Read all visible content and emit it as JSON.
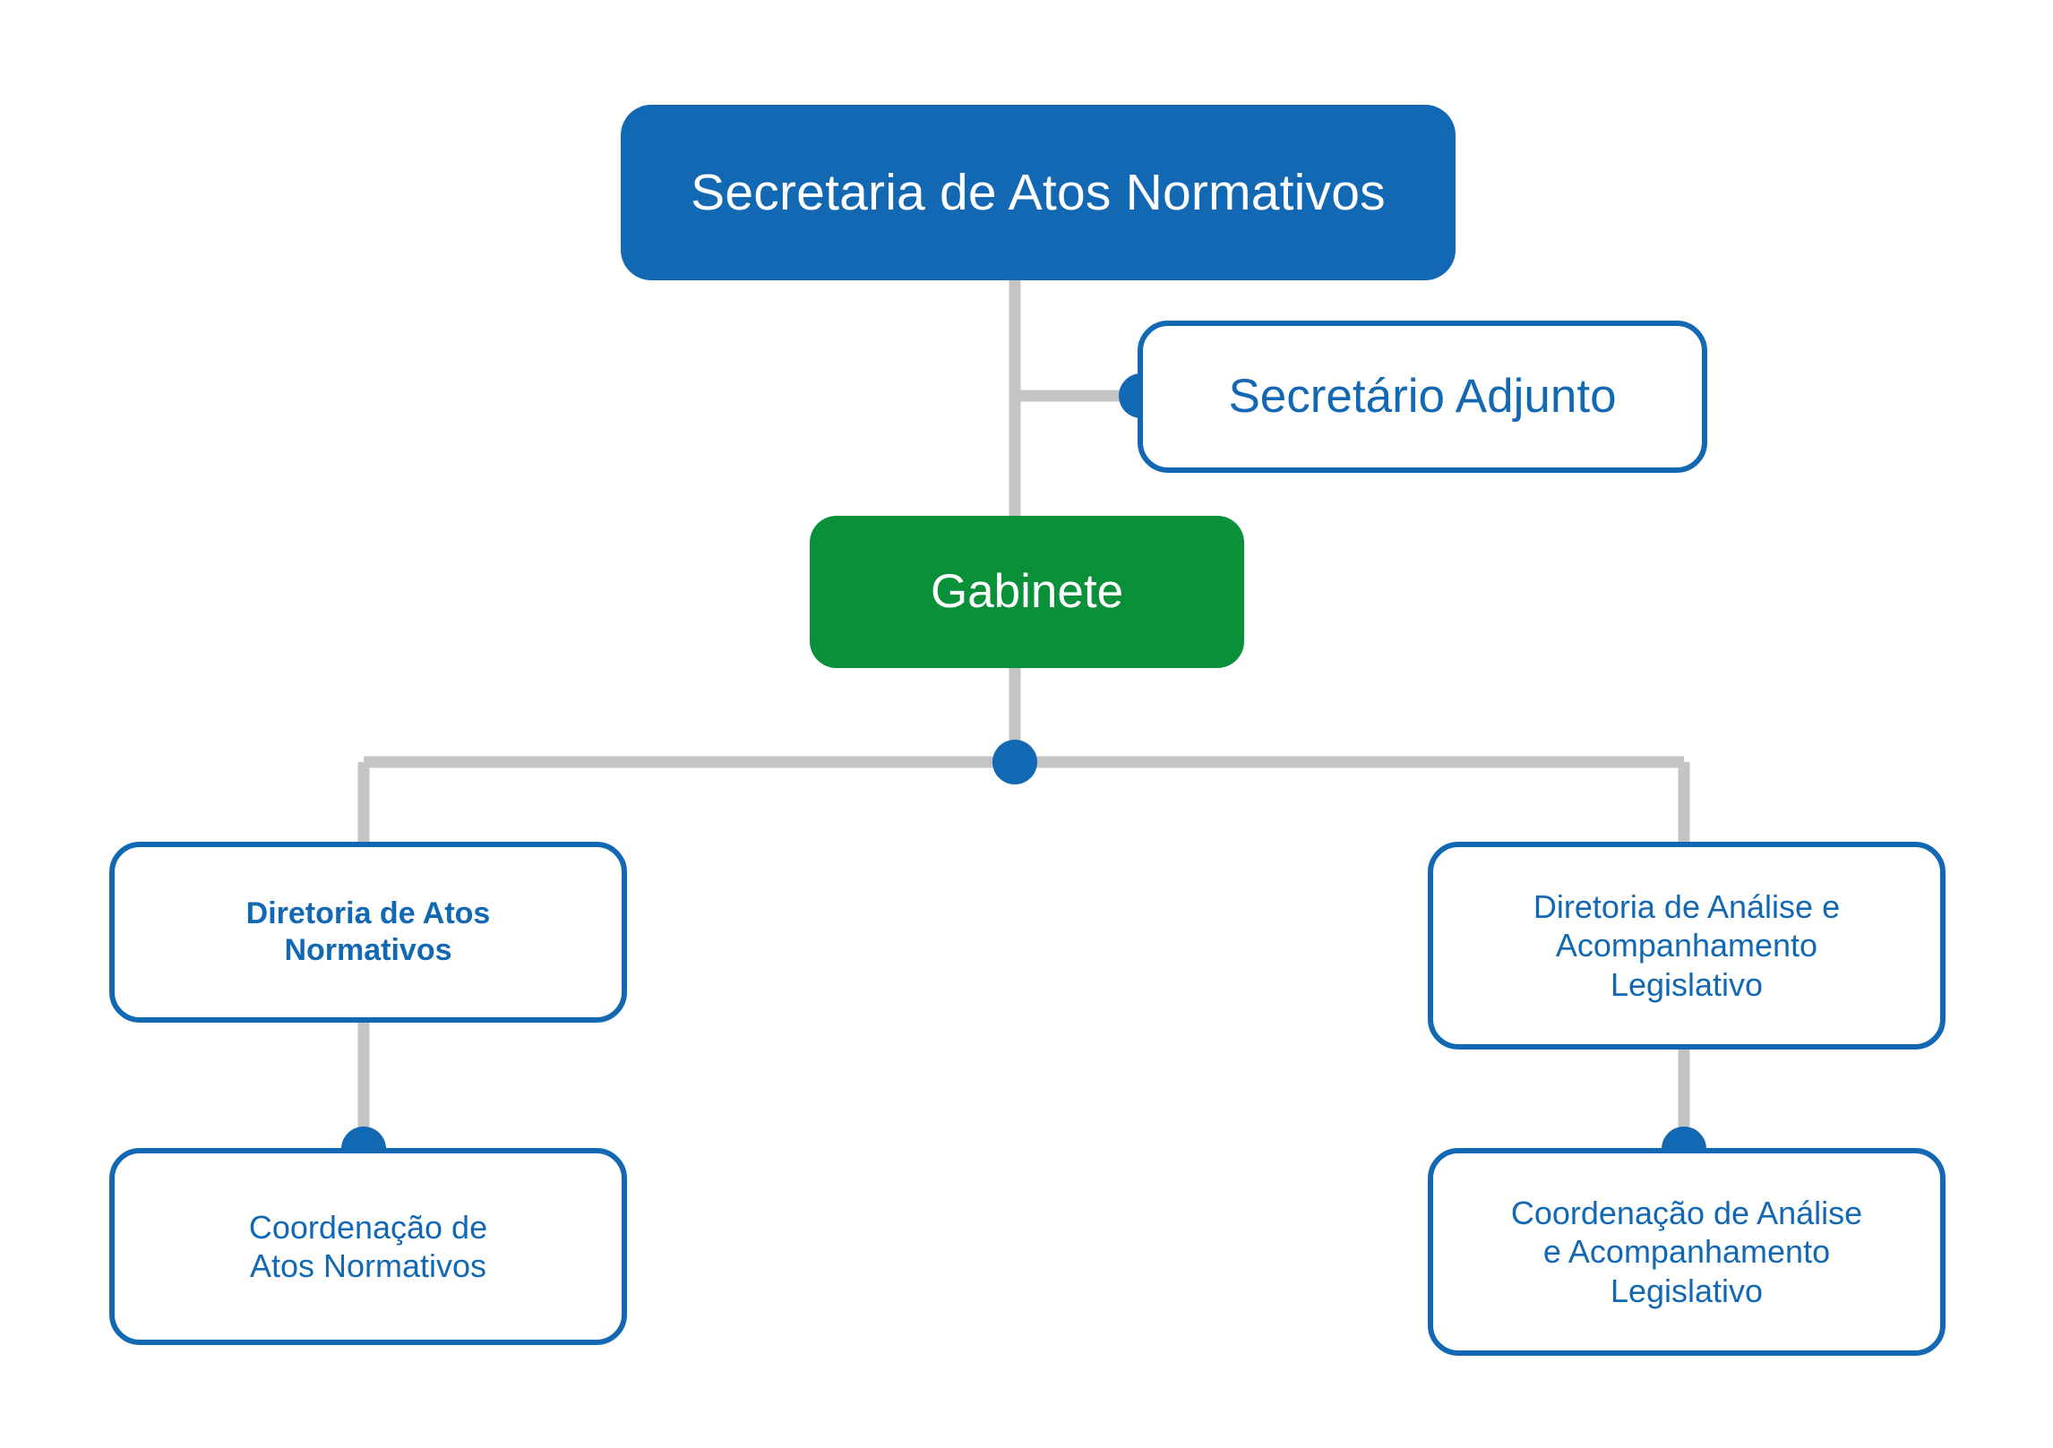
{
  "chart": {
    "type": "organizational-chart",
    "title": "Secretaria de Atos Normativos",
    "colors": {
      "primary_blue": "#1268b3",
      "green": "#0a9039",
      "connector_gray": "#c4c4c4",
      "white": "#ffffff"
    }
  },
  "nodes": {
    "root": {
      "label": "Secretaria de Atos Normativos",
      "level": 0,
      "style": "filled-blue"
    },
    "adjunct": {
      "label": "Secretário Adjunto",
      "level": 1,
      "style": "outlined-blue"
    },
    "cabinet": {
      "label": "Gabinete",
      "level": 1,
      "style": "filled-green"
    },
    "directorate_normative_acts": {
      "label": "Diretoria de Atos\nNormativos",
      "level": 2,
      "style": "outlined-blue"
    },
    "coordination_normative_acts": {
      "label": "Coordenação de\nAtos Normativos",
      "level": 3,
      "style": "outlined-blue"
    },
    "directorate_legislative_analysis": {
      "label": "Diretoria de Análise e\nAcompanhamento\nLegislativo",
      "level": 2,
      "style": "outlined-blue"
    },
    "coordination_legislative_analysis": {
      "label": "Coordenação de Análise\ne Acompanhamento\nLegislativo",
      "level": 3,
      "style": "outlined-blue"
    }
  },
  "connectors": [
    {
      "from": "root",
      "to": "adjunct",
      "junction_dot": true
    },
    {
      "from": "root",
      "to": "cabinet",
      "junction_dot": false
    },
    {
      "from": "cabinet",
      "to": "directorate_normative_acts",
      "junction_dot": true
    },
    {
      "from": "cabinet",
      "to": "directorate_legislative_analysis",
      "junction_dot": true
    },
    {
      "from": "directorate_normative_acts",
      "to": "coordination_normative_acts",
      "junction_dot": true
    },
    {
      "from": "directorate_legislative_analysis",
      "to": "coordination_legislative_analysis",
      "junction_dot": true
    }
  ]
}
